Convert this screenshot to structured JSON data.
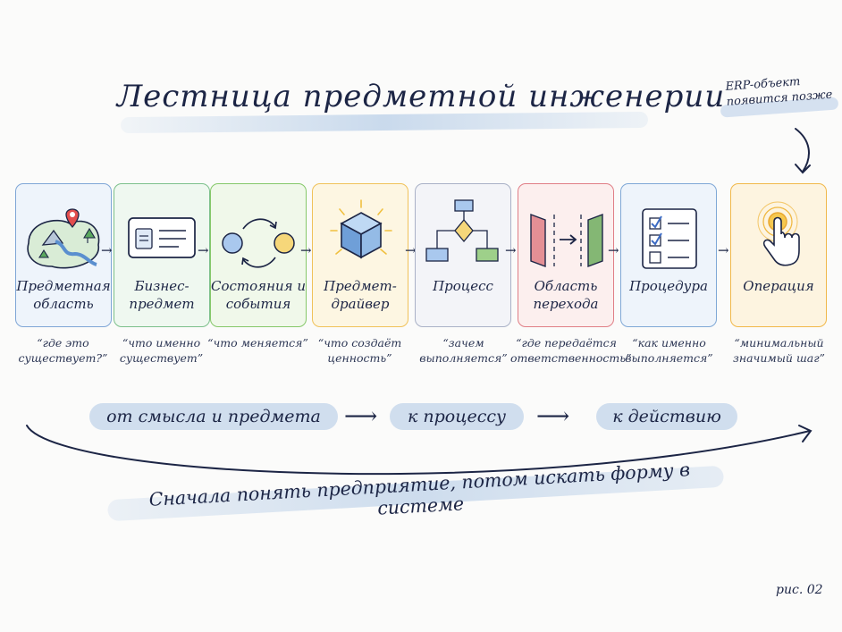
{
  "title": "Лестница предметной инженерии",
  "side_note": {
    "line1": "ERP-объект",
    "line2": "появится позже"
  },
  "steps": [
    {
      "label": "Предметная область",
      "quote": "“где это существует?”",
      "border": "#7fa6d6",
      "fill": "#eef4fb"
    },
    {
      "label": "Бизнес-предмет",
      "quote": "“что именно существует”",
      "border": "#7cc08b",
      "fill": "#eff8f0"
    },
    {
      "label": "Состояния и события",
      "quote": "“что меняется”",
      "border": "#86c86a",
      "fill": "#f0f8ea"
    },
    {
      "label": "Предмет-драйвер",
      "quote": "“что создаёт ценность”",
      "border": "#f0c25a",
      "fill": "#fdf6e2"
    },
    {
      "label": "Процесс",
      "quote": "“зачем выполняется”",
      "border": "#a9b1c6",
      "fill": "#f3f4f8"
    },
    {
      "label": "Область перехода",
      "quote": "“где передаётся ответственность”",
      "border": "#e07e86",
      "fill": "#fcefee"
    },
    {
      "label": "Процедура",
      "quote": "“как именно выполняется”",
      "border": "#7fa8d6",
      "fill": "#eef4fb"
    },
    {
      "label": "Операция",
      "quote": "“минимальный значимый шаг”",
      "border": "#f1b84a",
      "fill": "#fdf4e0"
    }
  ],
  "flow": [
    "от смысла и предмета",
    "к процессу",
    "к действию"
  ],
  "conclusion": "Сначала понять предприятие, потом искать форму в системе",
  "figure_label": "рис. 02",
  "icons": [
    "map-icon",
    "card-document-icon",
    "cycle-icon",
    "cube-icon",
    "flowchart-icon",
    "handoff-icon",
    "checklist-icon",
    "tap-hand-icon"
  ]
}
